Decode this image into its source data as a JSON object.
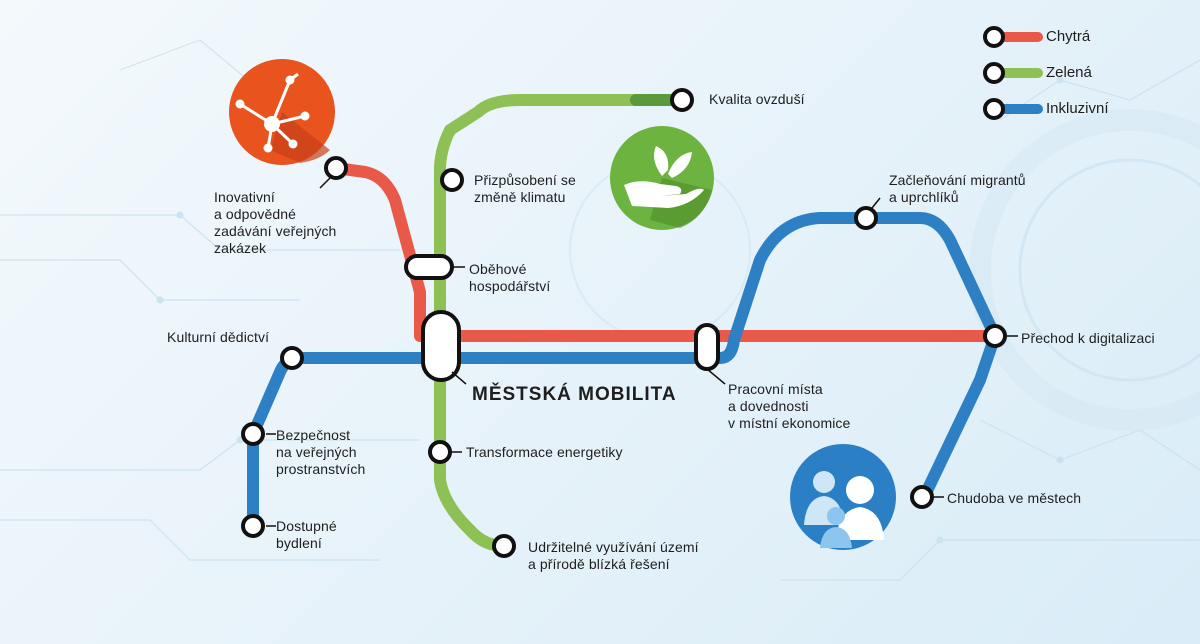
{
  "center": {
    "title": "MĚSTSKÁ MOBILITA"
  },
  "colors": {
    "red": "#e8594a",
    "green": "#8dc055",
    "green_dark": "#5a9a3a",
    "blue": "#2e80c4",
    "orange_icon": "#e9531e",
    "green_icon": "#6db33f",
    "blue_icon": "#2a7fc5"
  },
  "legend": [
    {
      "label": "Chytrá",
      "color": "#e8594a"
    },
    {
      "label": "Zelená",
      "color": "#8dc055"
    },
    {
      "label": "Inkluzivní",
      "color": "#2e80c4"
    }
  ],
  "stations": {
    "inovativni": "Inovativní\na odpovědné\nzadávání veřejných\nzakázek",
    "kvalita": "Kvalita ovzduší",
    "prizpusobeni": "Přizpůsobení se\nzměně klimatu",
    "obehove": "Oběhové\nhospodářství",
    "kulturni": "Kulturní dědictví",
    "bezpecnost": "Bezpečnost\nna veřejných\nprostranstvích",
    "dostupne": "Dostupné\nbydlení",
    "transformace": "Transformace energetiky",
    "udrzitelne": "Udržitelné využívání území\na přírodě blízká řešení",
    "pracovni": "Pracovní místa\na dovednosti\nv místní ekonomice",
    "zaclenovani": "Začleňování migrantů\na uprchlíků",
    "prechod": "Přechod k digitalizaci",
    "chudoba": "Chudoba ve městech"
  },
  "icons": [
    {
      "name": "network-icon",
      "color": "#e9531e"
    },
    {
      "name": "leaf-hand-icon",
      "color": "#6db33f"
    },
    {
      "name": "people-icon",
      "color": "#2a7fc5"
    }
  ]
}
